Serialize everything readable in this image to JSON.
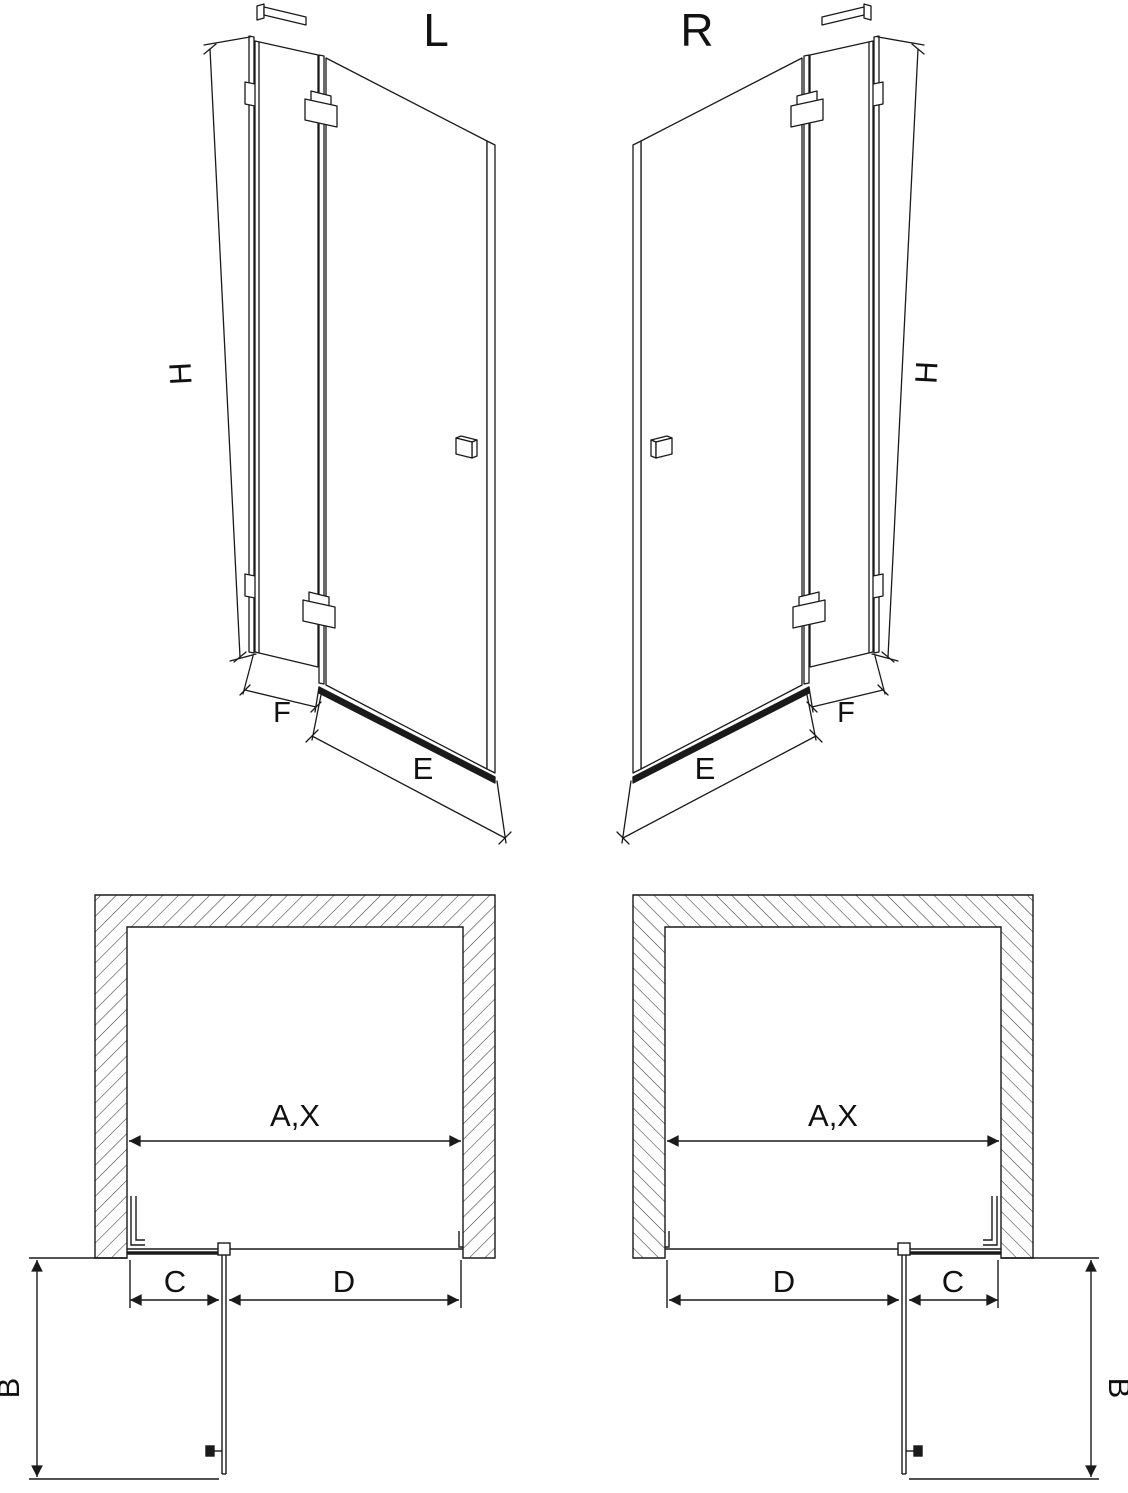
{
  "perspective_left": {
    "title": "L",
    "dim_height": "H",
    "dim_fixed_width": "F",
    "dim_door_width": "E"
  },
  "perspective_right": {
    "title": "R",
    "dim_height": "H",
    "dim_fixed_width": "F",
    "dim_door_width": "E"
  },
  "plan_left": {
    "dim_opening_width": "A,X",
    "dim_fixed_panel": "C",
    "dim_door_panel": "D",
    "dim_depth": "B"
  },
  "plan_right": {
    "dim_opening_width": "A,X",
    "dim_fixed_panel": "C",
    "dim_door_panel": "D",
    "dim_depth": "B"
  },
  "colors": {
    "line": "#1a1a1a",
    "hatch": "#3a3a3a",
    "background": "#ffffff"
  }
}
